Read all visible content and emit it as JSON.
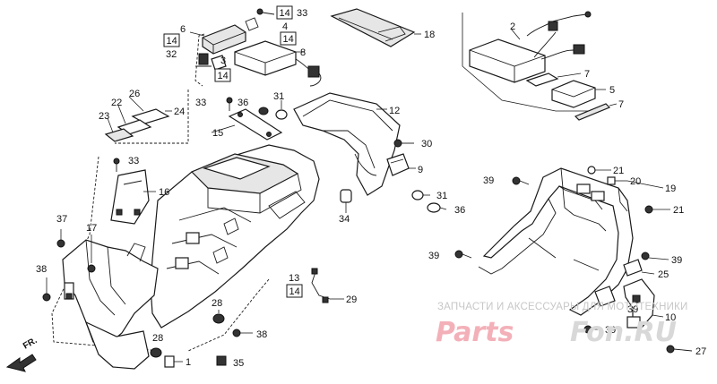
{
  "labels": {
    "l1": "1",
    "l2": "2",
    "l3": "3",
    "l4": "4",
    "l5": "5",
    "l6": "6",
    "l7a": "7",
    "l7b": "7",
    "l8": "8",
    "l9": "9",
    "l10": "10",
    "l12": "12",
    "l13": "13",
    "l15": "15",
    "l16": "16",
    "l17": "17",
    "l18": "18",
    "l19": "19",
    "l20": "20",
    "l21a": "21",
    "l21b": "21",
    "l22": "22",
    "l23": "23",
    "l24": "24",
    "l25": "25",
    "l26": "26",
    "l27": "27",
    "l28a": "28",
    "l28b": "28",
    "l29": "29",
    "l30": "30",
    "l31a": "31",
    "l31b": "31",
    "l32": "32",
    "l33a": "33",
    "l33b": "33",
    "l33c": "33",
    "l34": "34",
    "l35": "35",
    "l36a": "36",
    "l36b": "36",
    "l37": "37",
    "l38a": "38",
    "l38b": "38",
    "l39a": "39",
    "l39b": "39",
    "l39c": "39",
    "l39d": "39",
    "l39e": "39"
  },
  "ref_boxes": {
    "b14a": "14",
    "b14b": "14",
    "b14c": "14",
    "b14d": "14",
    "b14e": "14"
  },
  "orientation": {
    "arrow_text": "FR."
  },
  "watermark": {
    "caption": "ЗАПЧАСТИ И АКСЕССУАРЫ ДЛЯ МОТОТЕХНИКИ",
    "brand_left": "Parts",
    "brand_right": "Fon.RU"
  },
  "colors": {
    "ink": "#1a1a1a",
    "watermark_red": "#f3b0b8",
    "watermark_gray": "#c7c7c7"
  }
}
